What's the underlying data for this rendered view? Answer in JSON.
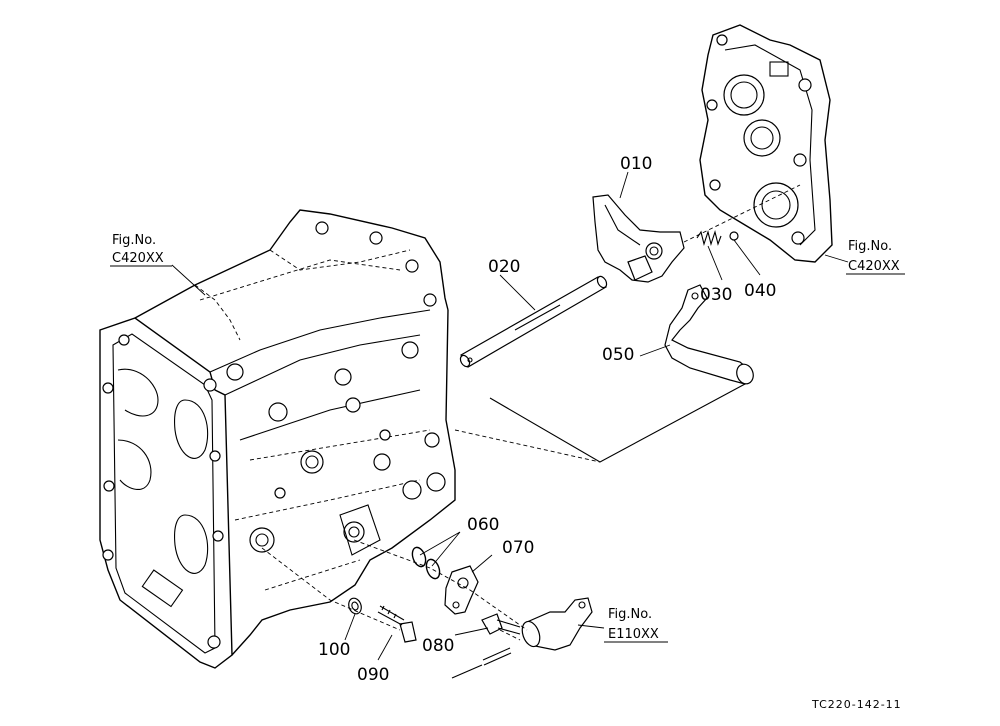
{
  "figure_code": "TC220-142-11",
  "callouts": [
    {
      "id": "010",
      "label": "010"
    },
    {
      "id": "020",
      "label": "020"
    },
    {
      "id": "030",
      "label": "030"
    },
    {
      "id": "040",
      "label": "040"
    },
    {
      "id": "050",
      "label": "050"
    },
    {
      "id": "060",
      "label": "060"
    },
    {
      "id": "070",
      "label": "070"
    },
    {
      "id": "080",
      "label": "080"
    },
    {
      "id": "090",
      "label": "090"
    },
    {
      "id": "100",
      "label": "100"
    }
  ],
  "figure_refs": [
    {
      "title": "Fig.No.",
      "code": "C420XX"
    },
    {
      "title": "Fig.No.",
      "code": "C420XX"
    },
    {
      "title": "Fig.No.",
      "code": "E110XX"
    }
  ]
}
